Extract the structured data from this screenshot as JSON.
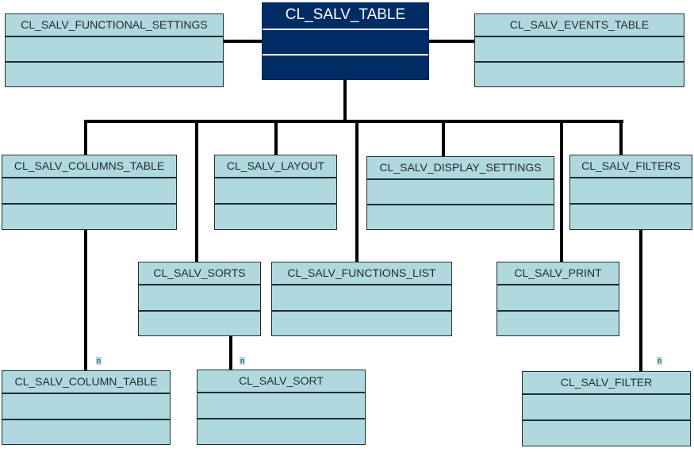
{
  "diagram": {
    "root": {
      "name": "CL_SALV_TABLE"
    },
    "classes": {
      "functional_settings": "CL_SALV_FUNCTIONAL_SETTINGS",
      "events_table": "CL_SALV_EVENTS_TABLE",
      "columns_table": "CL_SALV_COLUMNS_TABLE",
      "layout": "CL_SALV_LAYOUT",
      "display_settings": "CL_SALV_DISPLAY_SETTINGS",
      "filters": "CL_SALV_FILTERS",
      "sorts": "CL_SALV_SORTS",
      "functions_list": "CL_SALV_FUNCTIONS_LIST",
      "print": "CL_SALV_PRINT",
      "column_table": "CL_SALV_COLUMN_TABLE",
      "sort": "CL_SALV_SORT",
      "filter": "CL_SALV_FILTER"
    },
    "multiplicity": {
      "column_table": "n",
      "sort": "n",
      "filter": "n"
    },
    "colors": {
      "root_fill": "#002c66",
      "class_fill": "#b0d9df",
      "line": "#000000"
    }
  }
}
